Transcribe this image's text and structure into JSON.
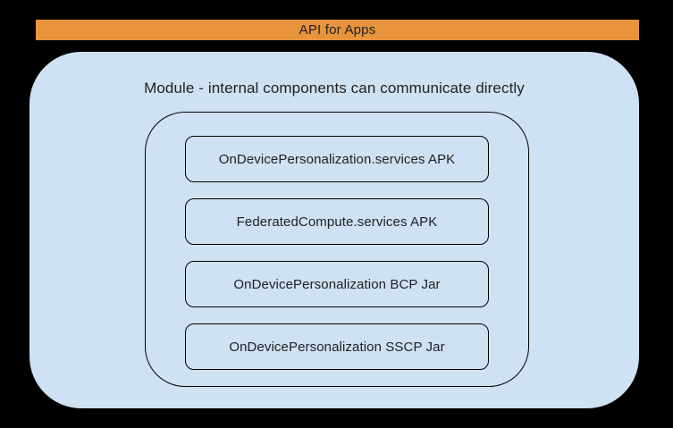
{
  "colors": {
    "background": "#000000",
    "banner_orange": "#E8943C",
    "module_blue": "#CFE2F3",
    "text": "#202124",
    "outline": "#000000"
  },
  "banner": {
    "label": "API for Apps"
  },
  "module": {
    "title": "Module - internal components can communicate directly",
    "components": [
      {
        "label": "OnDevicePersonalization.services APK"
      },
      {
        "label": "FederatedCompute.services APK"
      },
      {
        "label": "OnDevicePersonalization BCP Jar"
      },
      {
        "label": "OnDevicePersonalization SSCP Jar"
      }
    ]
  }
}
